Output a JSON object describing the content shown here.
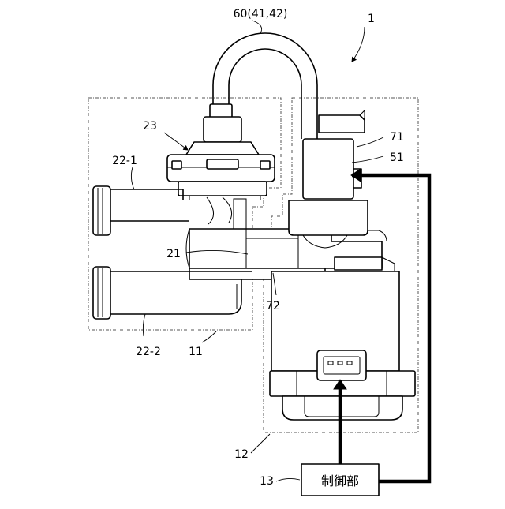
{
  "labels": {
    "ref_1": "1",
    "hose": "60(41,42)",
    "ref_23": "23",
    "ref_22_1": "22-1",
    "ref_71": "71",
    "ref_51": "51",
    "ref_21": "21",
    "ref_72": "72",
    "ref_22_2": "22-2",
    "ref_11": "11",
    "ref_12": "12",
    "ref_13": "13",
    "controller": "制御部"
  }
}
